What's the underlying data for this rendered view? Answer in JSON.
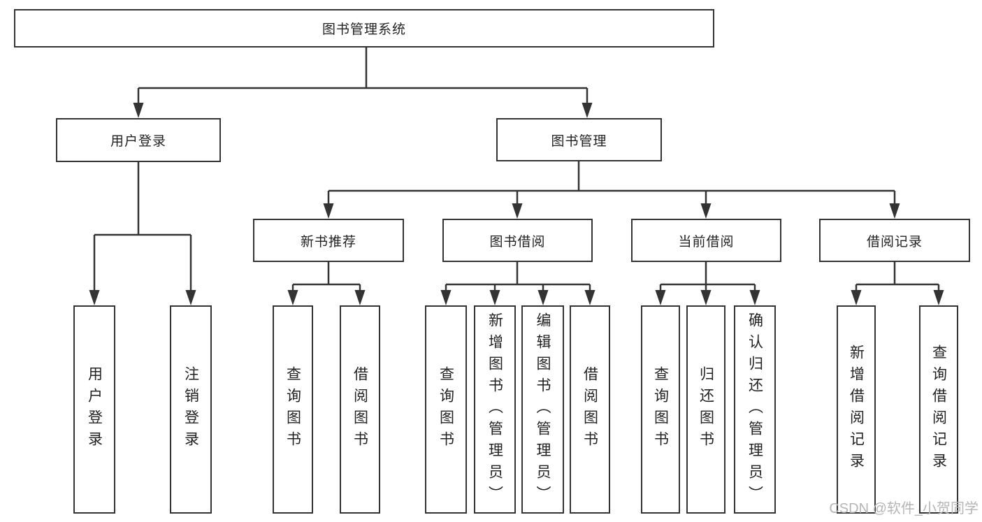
{
  "colors": {
    "line": "#333333",
    "border": "#333333",
    "text": "#222222",
    "watermark": "#b5b5b5",
    "bg": "#ffffff"
  },
  "watermark": "CSDN @软件_小贺同学",
  "diagram": {
    "nodes": {
      "root": "图书管理系统",
      "login": "用户登录",
      "management": "图书管理",
      "modules": [
        "新书推荐",
        "图书借阅",
        "当前借阅",
        "借阅记录"
      ],
      "login_children": [
        "用户登录",
        "注销登录"
      ],
      "recommend_children": [
        "查询图书",
        "借阅图书"
      ],
      "borrow_children": [
        "查询图书",
        "新增图书（管理员）",
        "编辑图书（管理员）",
        "借阅图书"
      ],
      "current_children": [
        "查询图书",
        "归还图书",
        "确认归还（管理员）"
      ],
      "record_children": [
        "新增借阅记录",
        "查询借阅记录"
      ]
    }
  }
}
